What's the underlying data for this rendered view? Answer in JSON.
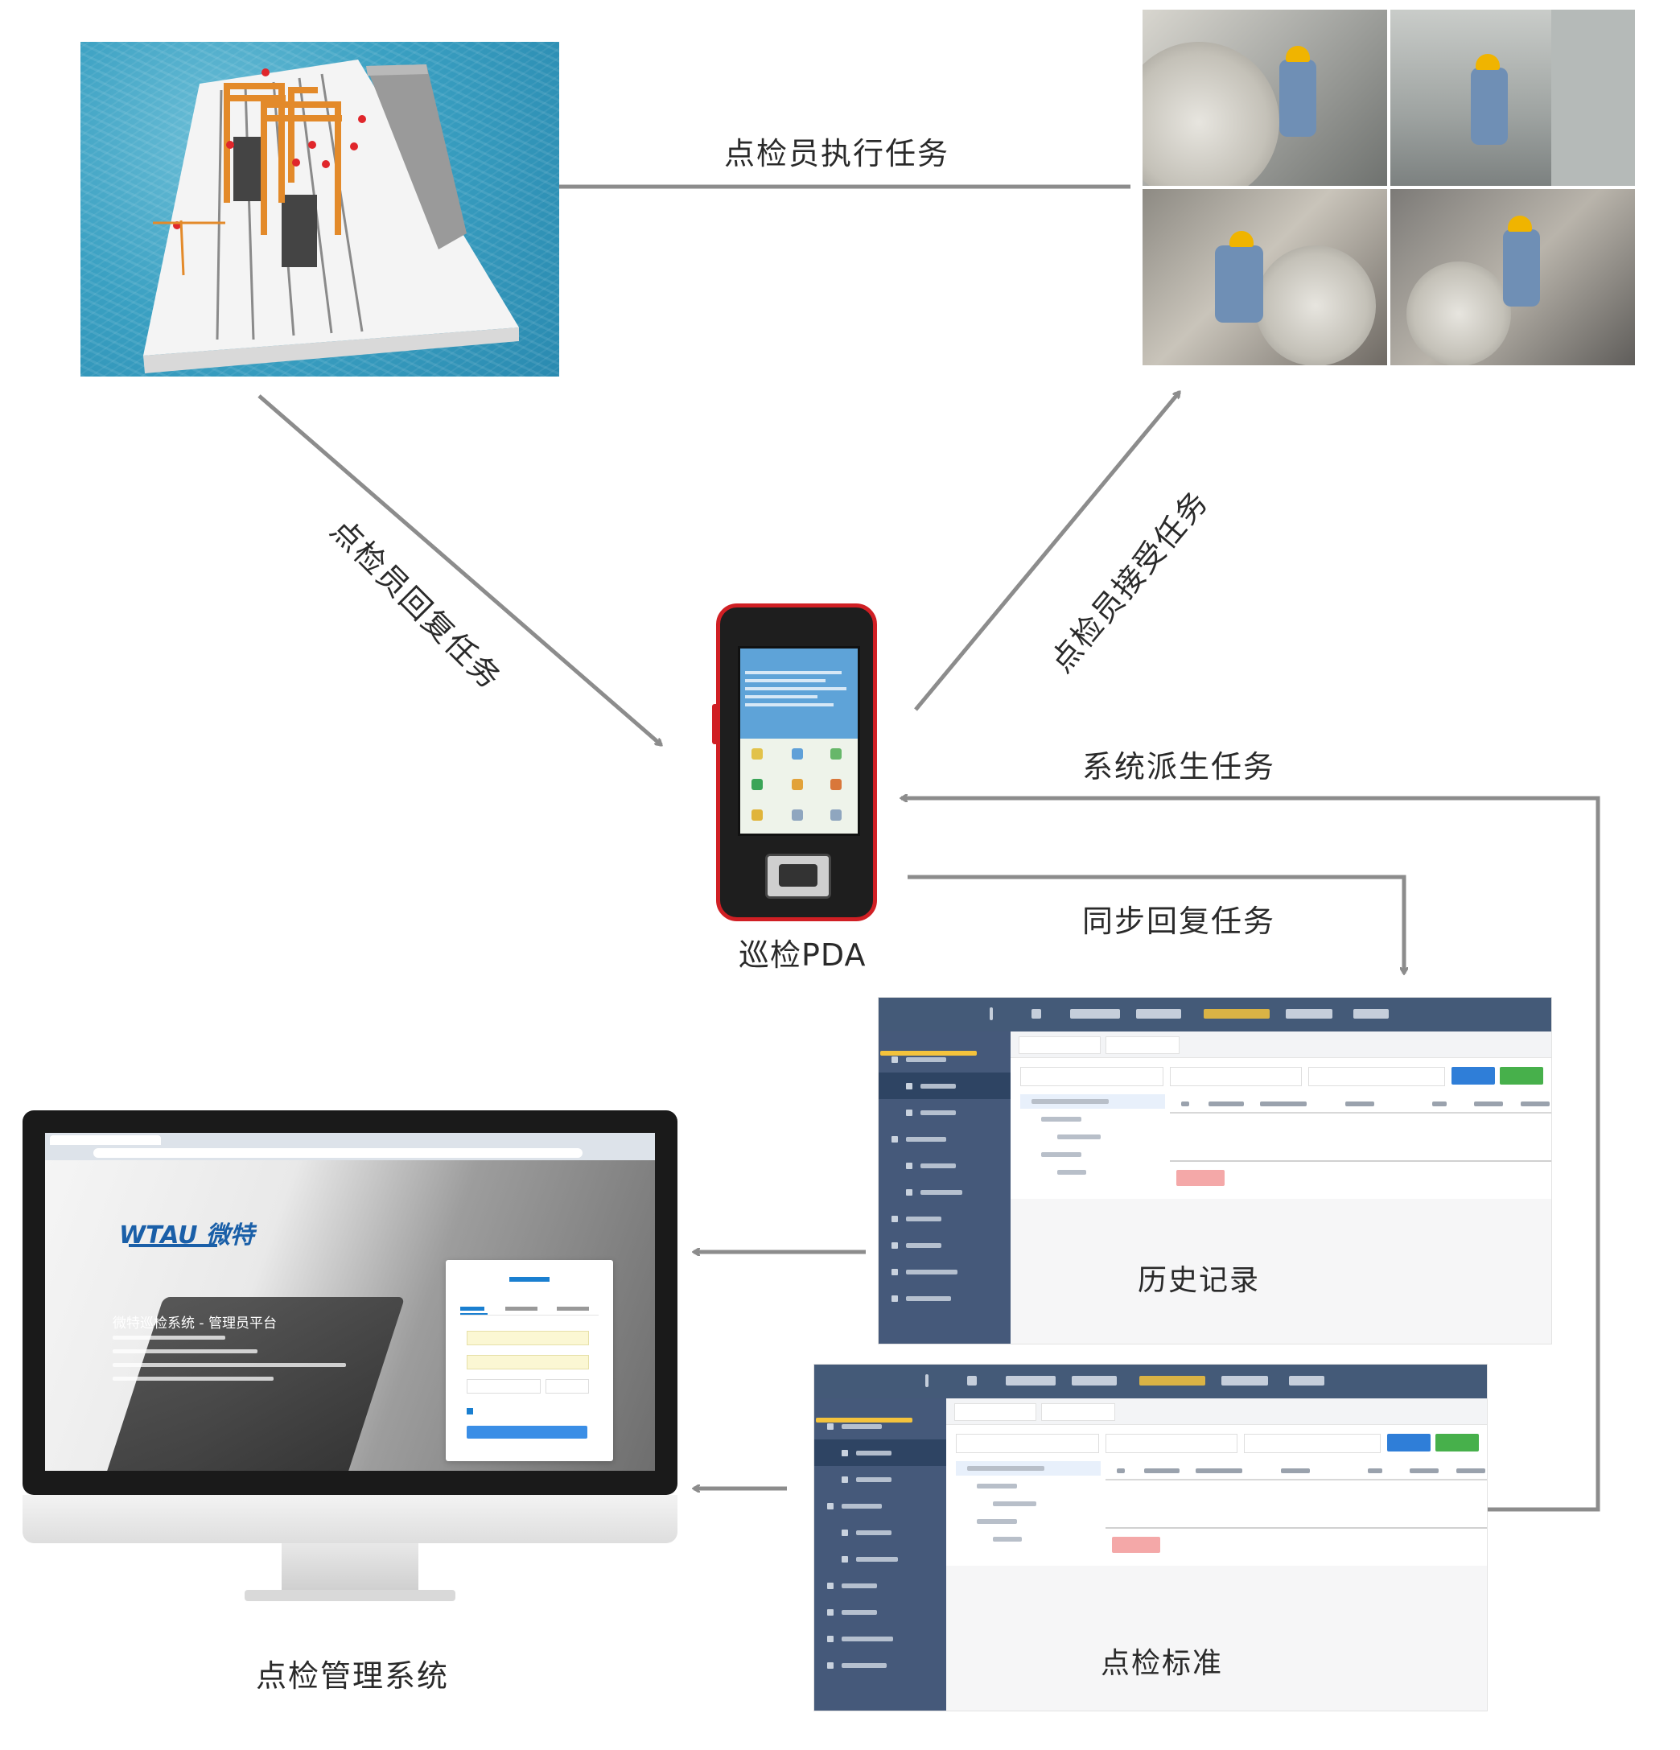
{
  "labels": {
    "execute_task": "点检员执行任务",
    "reply_task": "点检员回复任务",
    "accept_task": "点检员接受任务",
    "derive_task": "系统派生任务",
    "sync_reply": "同步回复任务",
    "pda": "巡检PDA",
    "history": "历史记录",
    "standard": "点检标准",
    "mgmt_system": "点检管理系统"
  },
  "login_screen": {
    "brand": "WTAU 微特",
    "title": "微特巡检系统 - 管理员平台"
  },
  "colors": {
    "arrow": "#8c8c8c",
    "sidebar": "#45597a",
    "topbar": "#445a78",
    "accent_red": "#d01f24",
    "primary_blue": "#2f7ed8",
    "success_green": "#47b04b"
  }
}
